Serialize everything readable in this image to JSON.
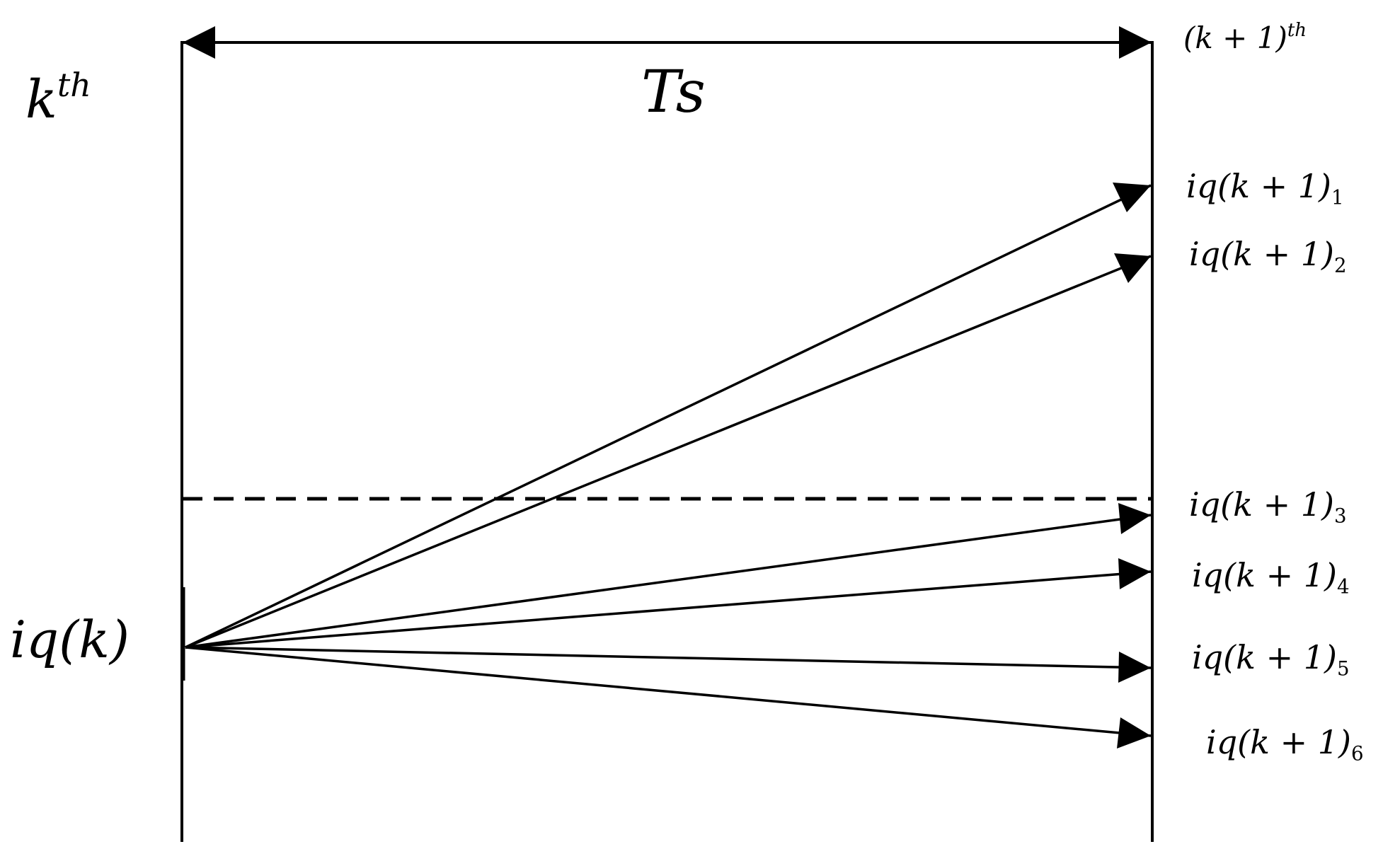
{
  "diagram": {
    "start_label": {
      "base": "k",
      "sup": "th"
    },
    "end_label": {
      "base": "(k + 1)",
      "sup": "th"
    },
    "interval_label": "Ts",
    "initial_value_label": "iq(k)",
    "predicted_labels": [
      {
        "base": "iq(k + 1)",
        "sub": "1"
      },
      {
        "base": "iq(k + 1)",
        "sub": "2"
      },
      {
        "base": "iq(k + 1)",
        "sub": "3"
      },
      {
        "base": "iq(k + 1)",
        "sub": "4"
      },
      {
        "base": "iq(k + 1)",
        "sub": "5"
      },
      {
        "base": "iq(k + 1)",
        "sub": "6"
      }
    ],
    "reference_line": "dashed"
  }
}
